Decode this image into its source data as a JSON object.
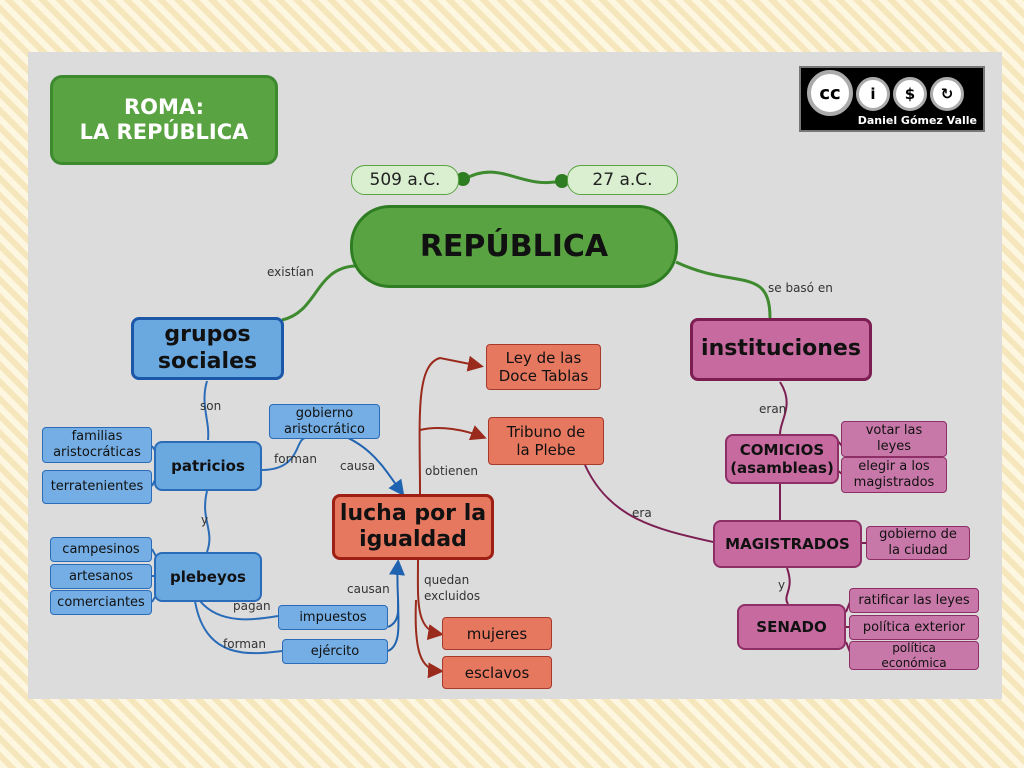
{
  "title": "ROMA:\nLA REPÚBLICA",
  "license": {
    "author": "Daniel Gómez Valle",
    "icons": [
      "cc-icon",
      "by-icon",
      "noncommercial-icon",
      "sharealike-icon"
    ],
    "glyphs": {
      "cc": "cc",
      "by": "i",
      "nc": "$",
      "sa": "↻"
    }
  },
  "dates": {
    "start": "509 a.C.",
    "end": "27 a.C."
  },
  "center": "REPÚBLICA",
  "left": {
    "link": "existían",
    "node": "grupos\nsociales",
    "son": "son",
    "patricios": {
      "label": "patricios",
      "items": [
        "familias\naristocráticas",
        "terratenientes"
      ],
      "forman_link": "forman",
      "gobierno": "gobierno\naristocrático",
      "causa_link": "causa"
    },
    "y_link": "y",
    "plebeyos": {
      "label": "plebeyos",
      "items": [
        "campesinos",
        "artesanos",
        "comerciantes"
      ],
      "pagan_link": "pagan",
      "forman_link": "forman",
      "impuestos": "impuestos",
      "ejercito": "ejército",
      "causan_link": "causan"
    }
  },
  "lucha": {
    "node": "lucha por la\nigualdad",
    "obtienen_link": "obtienen",
    "ley": "Ley de las\nDoce Tablas",
    "tribuno": "Tribuno de\nla Plebe",
    "excluidos_link": "quedan\nexcluidos",
    "mujeres": "mujeres",
    "esclavos": "esclavos"
  },
  "right": {
    "link": "se basó en",
    "node": "instituciones",
    "eran_link": "eran",
    "comicios": {
      "label": "COMICIOS\n(asambleas)",
      "items": [
        "votar las\nleyes",
        "elegir a los\nmagistrados"
      ]
    },
    "era_link": "era",
    "magistrados": {
      "label": "MAGISTRADOS",
      "items": [
        "gobierno de\nla ciudad"
      ]
    },
    "y_link": "y",
    "senado": {
      "label": "SENADO",
      "items": [
        "ratificar las leyes",
        "política exterior",
        "política\neconómica"
      ]
    }
  },
  "colors": {
    "green": "#5aa342",
    "blue": "#6aa8e0",
    "red": "#e77860",
    "purple": "#c66aa0",
    "slide_bg": "#dcdcdc"
  }
}
